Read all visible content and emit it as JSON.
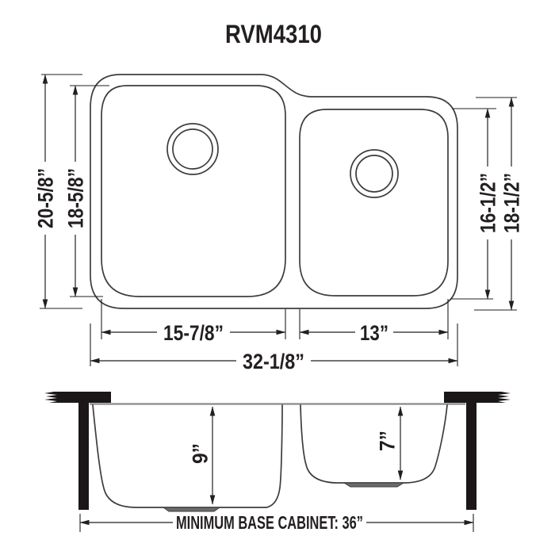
{
  "title": "RVM4310",
  "top_view": {
    "overall_height": "20-5/8”",
    "large_bowl_height": "18-5/8”",
    "small_bowl_height": "16-1/2”",
    "right_overall_height": "18-1/2”",
    "large_bowl_width": "15-7/8”",
    "small_bowl_width": "13”",
    "overall_width": "32-1/8”"
  },
  "side_view": {
    "large_bowl_depth": "9”",
    "small_bowl_depth": "7”",
    "base_cabinet_label": "MINIMUM BASE CABINET: 36”"
  },
  "colors": {
    "line": "#3f3c3d",
    "dimension": "#231f20",
    "solid_fill": "#1b1718",
    "rim": "#8a8a8a",
    "background": "#ffffff"
  }
}
